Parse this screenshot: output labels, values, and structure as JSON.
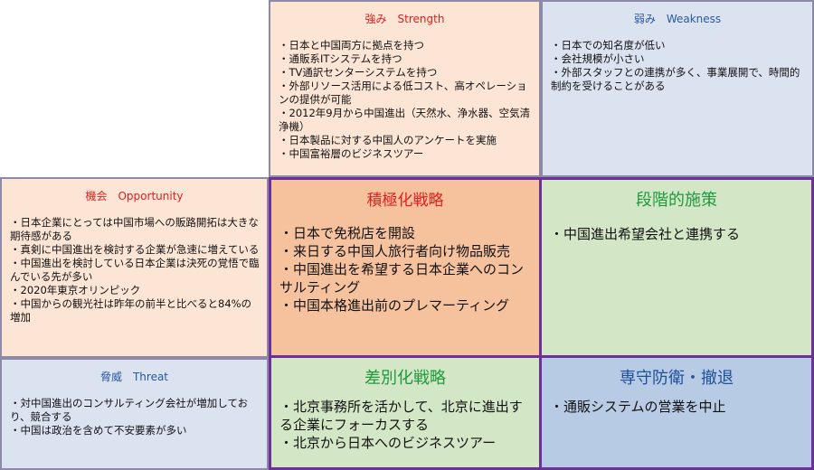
{
  "strength": {
    "title": "強み　Strength",
    "items": [
      "・日本と中国両方に拠点を持つ",
      "・通販系ITシステムを持つ",
      "・TV通訳センターシステムを持つ",
      "・外部リソース活用による低コスト、高オペレーションの提供が可能",
      "・2012年9月から中国進出（天然水、浄水器、空気清浄機）",
      "・日本製品に対する中国人のアンケートを実施",
      "・中国富裕層のビジネスツアー"
    ]
  },
  "weakness": {
    "title": "弱み　Weakness",
    "items": [
      "・日本での知名度が低い",
      "・会社規模が小さい",
      "・外部スタッフとの連携が多く、事業展開で、時間的制約を受けることがある"
    ]
  },
  "opportunity": {
    "title": "機会　Opportunity",
    "items": [
      "・日本企業にとっては中国市場への販路開拓は大きな期待感がある",
      "・真剣に中国進出を検討する企業が急速に増えている",
      "・中国進出を検討している日本企業は決死の覚悟で臨んでいる先が多い",
      "・2020年東京オリンピック",
      "・中国からの観光社は昨年の前半と比べると84%の増加"
    ]
  },
  "threat": {
    "title": "脅威　Threat",
    "items": [
      "・対中国進出のコンサルティング会社が増加しており、競合する",
      "・中国は政治を含めて不安要素が多い"
    ]
  },
  "so_strategy": {
    "title": "積極化戦略",
    "items": [
      "・日本で免税店を開設",
      "・来日する中国人旅行者向け物品販売",
      "・中国進出を希望する日本企業へのコンサルティング",
      "・中国本格進出前のプレマーティング"
    ]
  },
  "wo_strategy": {
    "title": "段階的施策",
    "items": [
      "・中国進出希望会社と連携する"
    ]
  },
  "st_strategy": {
    "title": "差別化戦略",
    "items": [
      "・北京事務所を活かして、北京に進出する企業にフォーカスする",
      "・北京から日本へのビジネスツアー"
    ]
  },
  "wt_strategy": {
    "title": "専守防衛・撤退",
    "items": [
      "・通販システムの営業を中止"
    ]
  },
  "colors": {
    "peach": "#fde5d6",
    "light_blue": "#dbe3f1",
    "orange": "#f6c29e",
    "green": "#d3e6c5",
    "steel_blue": "#b8cbe4",
    "purple_border": "#6e2f9a",
    "red_title": "#e0201e",
    "green_title": "#1f9a3e",
    "blue_title": "#1d4f9a"
  }
}
